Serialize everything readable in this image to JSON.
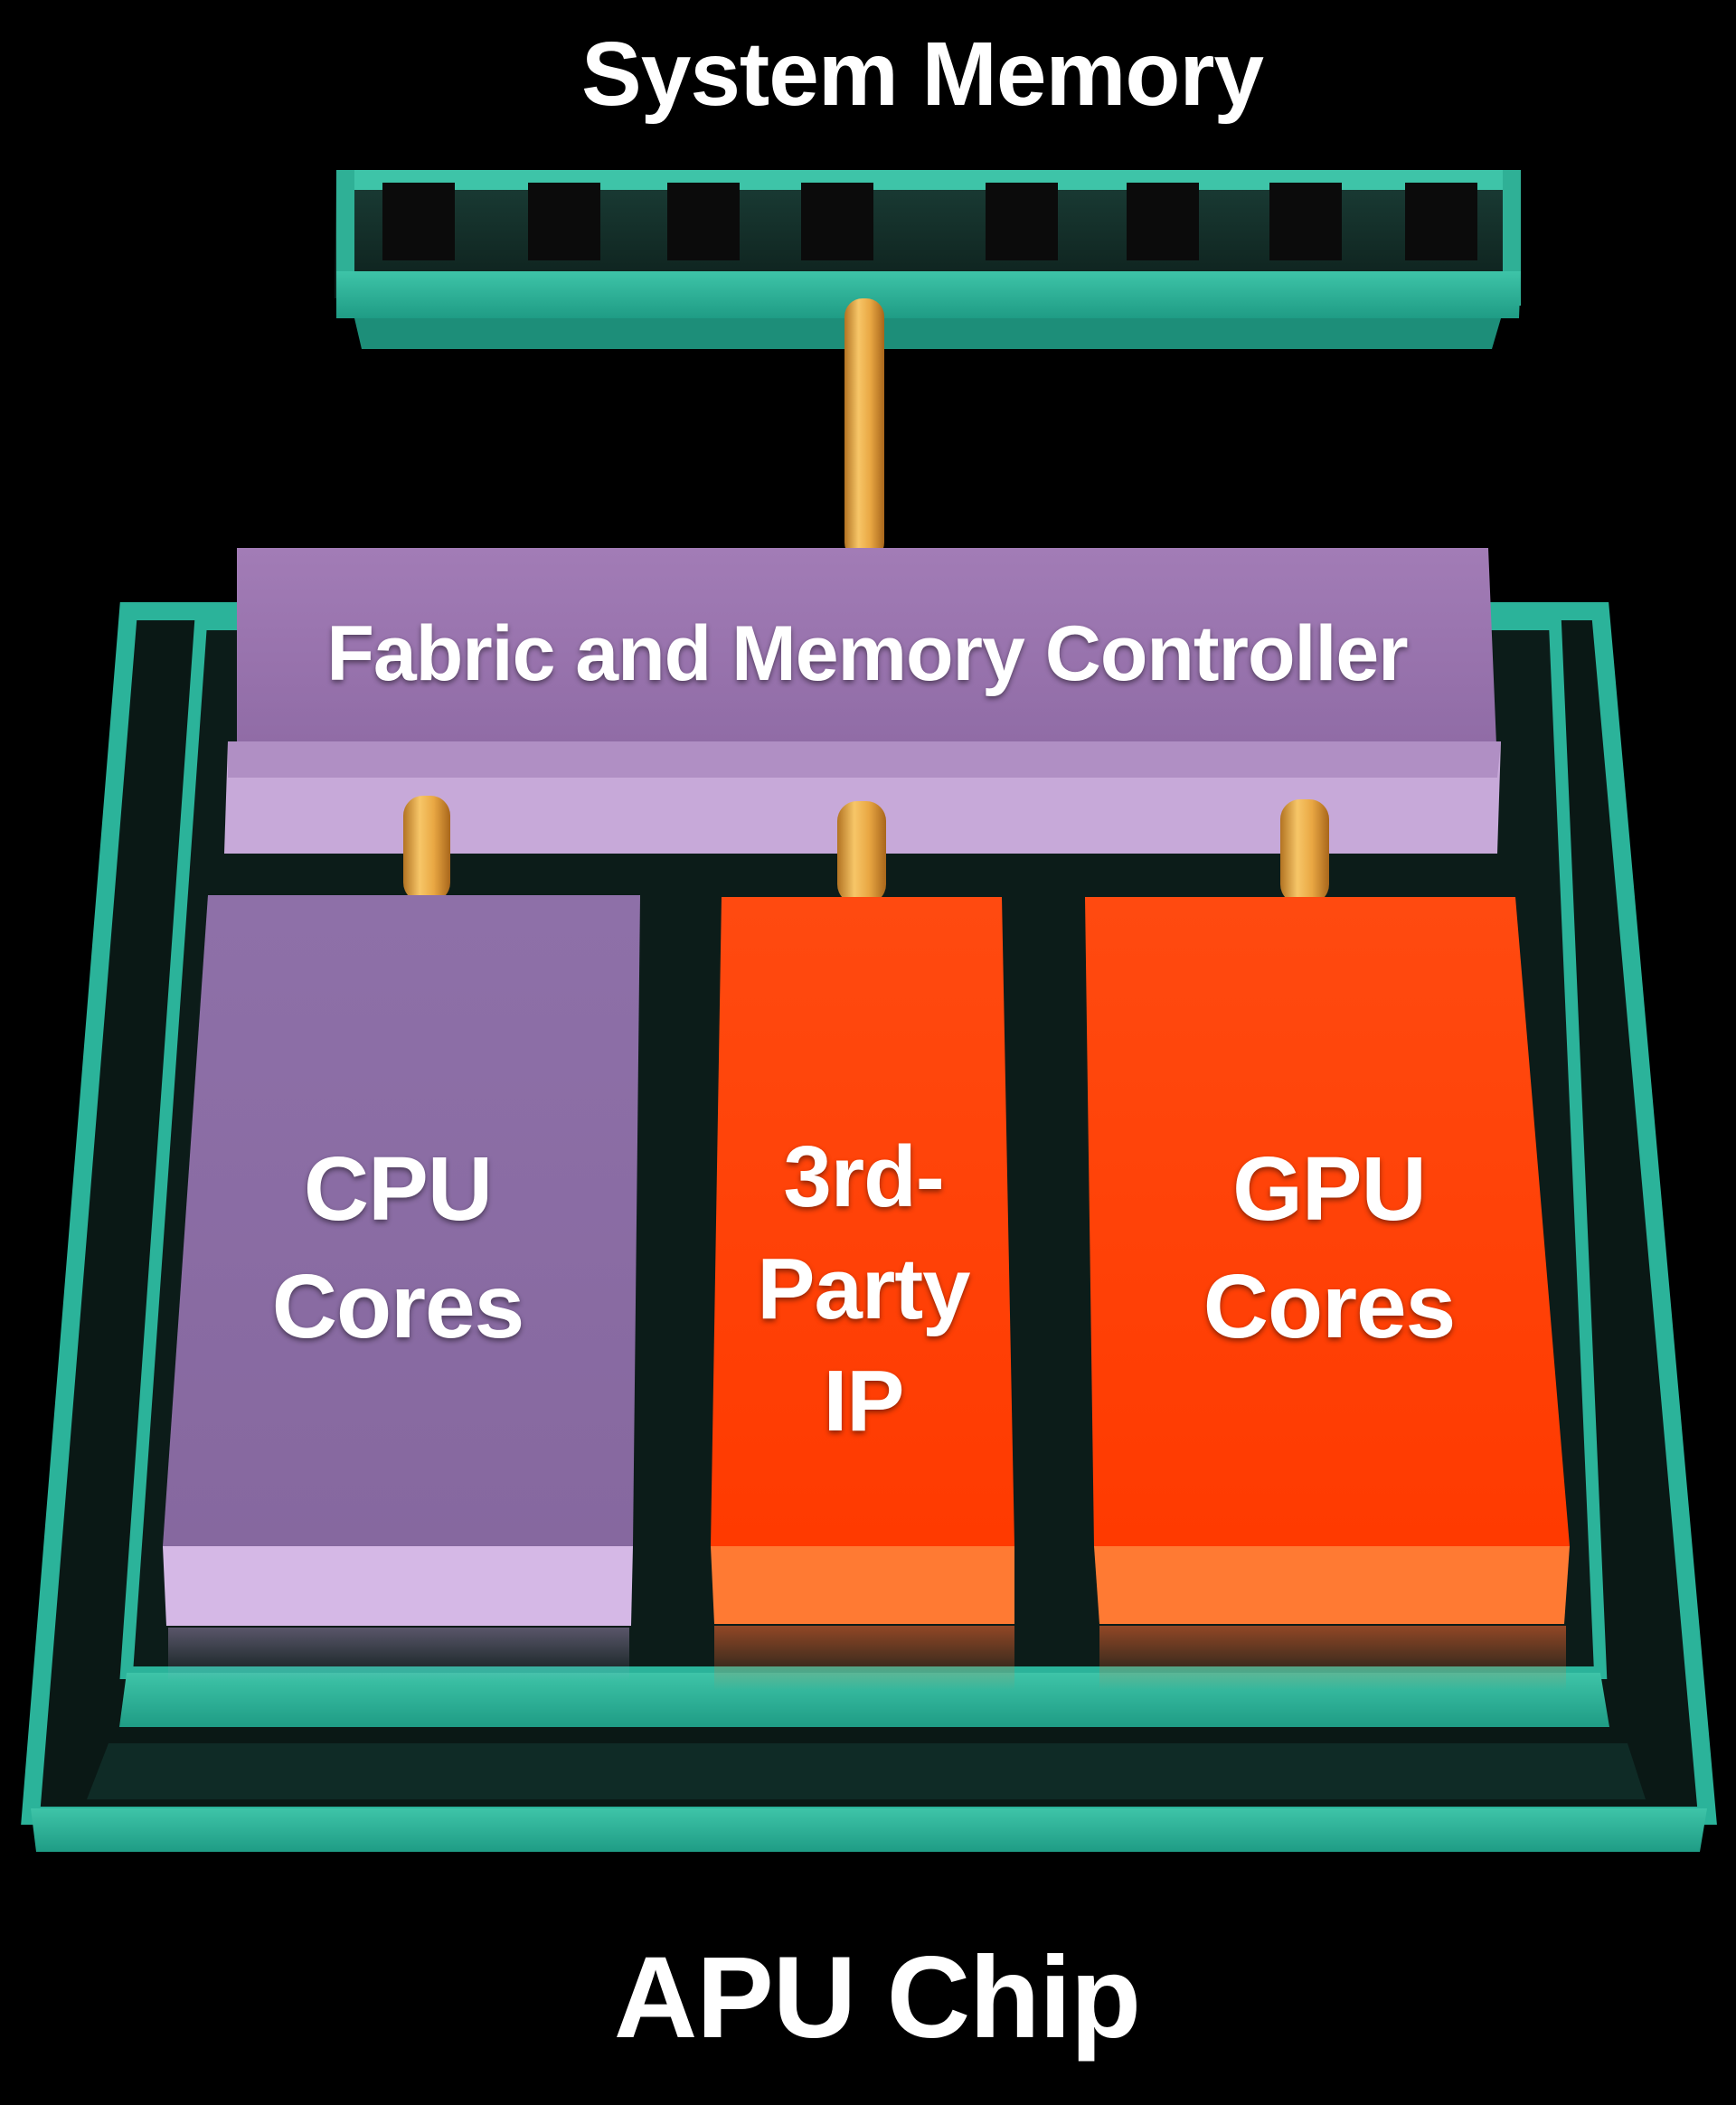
{
  "title": "System Memory",
  "footer": "APU Chip",
  "blocks": {
    "fabric": "Fabric and Memory Controller",
    "cpu": [
      "CPU",
      "Cores"
    ],
    "third_party": [
      "3rd-",
      "Party",
      "IP"
    ],
    "gpu": [
      "GPU",
      "Cores"
    ]
  },
  "colors": {
    "background": "#000000",
    "chip_package": "#2bb39a",
    "memory_module": "#2bb39a",
    "memory_chip": "#0c0c0c",
    "fabric": "#9a74ae",
    "cpu": "#8a6ea6",
    "third_party_ip": "#ff3b00",
    "gpu": "#ff3b00",
    "connector": "#e7a53c",
    "text": "#ffffff"
  }
}
